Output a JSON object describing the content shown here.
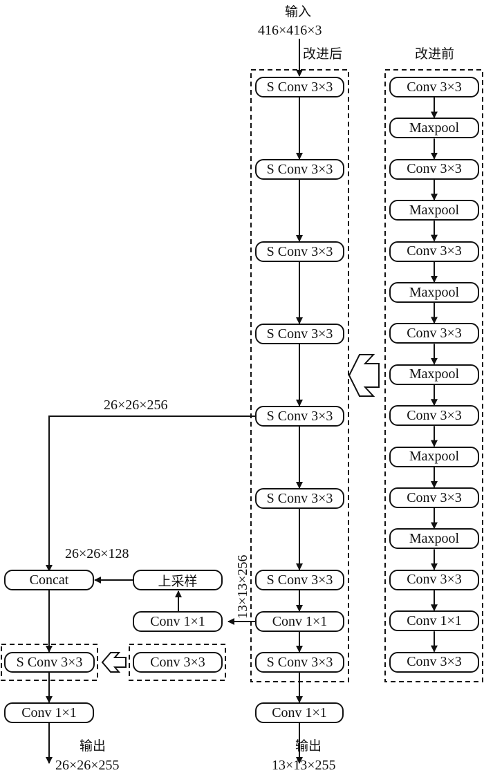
{
  "labels": {
    "input_title": "输入",
    "input_dims": "416×416×3",
    "improved_after": "改进后",
    "improved_before": "改进前",
    "branch_26_256": "26×26×256",
    "branch_26_128": "26×26×128",
    "branch_13_256": "13×13×256",
    "output_left_title": "输出",
    "output_left_dims": "26×26×255",
    "output_right_title": "输出",
    "output_right_dims": "13×13×255"
  },
  "after_column": [
    "S Conv 3×3",
    "S Conv 3×3",
    "S Conv 3×3",
    "S Conv 3×3",
    "S Conv 3×3",
    "S Conv 3×3",
    "S Conv 3×3",
    "Conv 1×1",
    "S Conv 3×3"
  ],
  "before_column": [
    "Conv 3×3",
    "Maxpool",
    "Conv 3×3",
    "Maxpool",
    "Conv 3×3",
    "Maxpool",
    "Conv 3×3",
    "Maxpool",
    "Conv 3×3",
    "Maxpool",
    "Conv 3×3",
    "Maxpool",
    "Conv 3×3",
    "Conv 1×1",
    "Conv 3×3"
  ],
  "head": {
    "right_out_conv": "Conv 1×1",
    "mid_conv": "Conv 1×1",
    "upsample": "上采样",
    "concat": "Concat",
    "left_sconv": "S Conv 3×3",
    "left_replaced_conv": "Conv 3×3",
    "left_out_conv": "Conv 1×1"
  }
}
